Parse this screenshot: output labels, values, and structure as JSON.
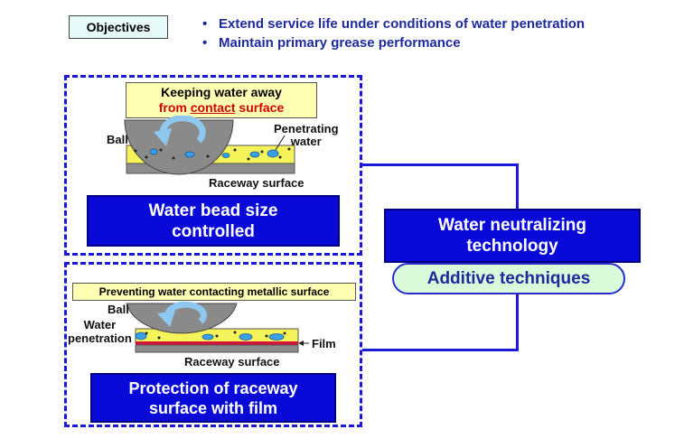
{
  "objectives": {
    "label": "Objectives",
    "items": [
      "Extend service life under conditions of water penetration",
      "Maintain primary grease performance"
    ]
  },
  "top_panel": {
    "header_line1": "Keeping water away",
    "header_from": "from ",
    "header_contact": "contact",
    "header_surface": " surface",
    "ball_label": "Ball",
    "penetrating_label_1": "Penetrating",
    "penetrating_label_2": "water",
    "raceway_label": "Raceway surface",
    "result_line1": "Water bead size",
    "result_line2": "controlled"
  },
  "bottom_panel": {
    "header": "Preventing water contacting metallic surface",
    "ball_label": "Ball",
    "water_label_1": "Water",
    "water_label_2": "penetration",
    "film_label": "Film",
    "raceway_label": "Raceway surface",
    "result_line1": "Protection of raceway",
    "result_line2": "surface with film"
  },
  "right": {
    "main_line1": "Water neutralizing",
    "main_line2": "technology",
    "additive": "Additive techniques"
  },
  "colors": {
    "accent_blue": "#0a0ad8",
    "dash_blue": "#1a1ad6",
    "grease_yellow": "#f4f45a",
    "label_yellow": "#ffffb4",
    "water_blue": "#3aa0e8",
    "film_red": "#d4143c",
    "raceway_gray": "#8c8c8c",
    "additive_green": "#d9fbd9"
  }
}
